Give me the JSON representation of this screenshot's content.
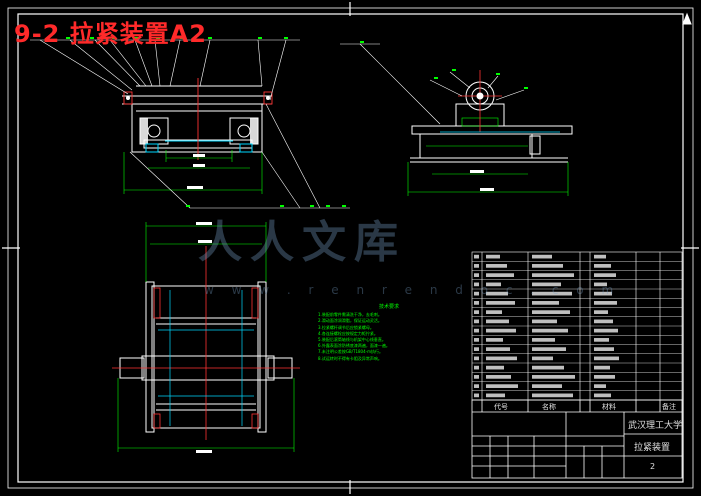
{
  "sheet": {
    "title": "9-2 拉紧装置A2",
    "watermark_cn": "人人文库",
    "watermark_url": "w w w . r e n r e n d o c . c o m"
  },
  "notes": {
    "title": "技术要求",
    "lines": [
      "1.装配前零件需清洗干净，去毛刺。",
      "2.滑动面涂润滑脂，保证运动灵活。",
      "3.拉紧螺杆调节后应锁紧螺母。",
      "4.各连接螺栓应按规定力矩拧紧。",
      "5.装配后滚筒轴线与机架中心线垂直。",
      "6.外露表面涂防锈底漆两遍，面漆一遍。",
      "7.未注明公差按GB/T1804-m执行。",
      "8.试运转时不得有卡阻及异常声响。"
    ]
  },
  "title_block": {
    "header_code": "代号",
    "header_name": "名称",
    "header_material": "材料",
    "header_remark": "备注",
    "school": "武汉理工大学",
    "drawing_name": "拉紧装置",
    "sheet_number": "2"
  },
  "colors": {
    "background": "#000000",
    "outline": "#ffffff",
    "part": "#ffffff",
    "dimension": "#00ff00",
    "hidden": "#00d8ff",
    "center": "#ff3333",
    "leader": "#ffffff",
    "title": "#ff2a2a"
  }
}
